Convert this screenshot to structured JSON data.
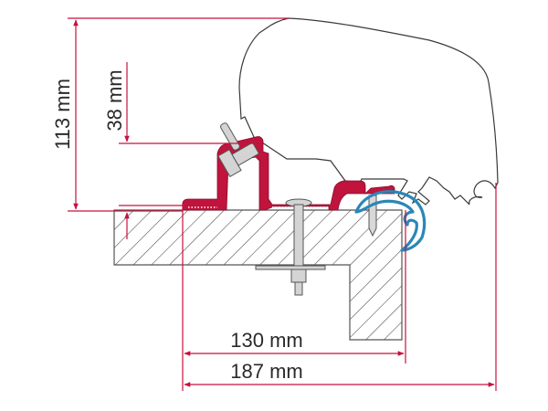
{
  "diagram": {
    "type": "technical-drawing",
    "subject": "awning mounting adapter cross-section",
    "colors": {
      "dimension_line": "#c8103e",
      "bracket": "#c0143c",
      "seal": "#2a87b8",
      "outline": "#333333",
      "hatch": "#444444",
      "bolt": "#d4d4d4"
    },
    "dimensions": {
      "total_height": {
        "label": "113 mm",
        "value": 113,
        "unit": "mm",
        "orientation": "vertical"
      },
      "bracket_height": {
        "label": "38 mm",
        "value": 38,
        "unit": "mm",
        "orientation": "vertical"
      },
      "inner_width": {
        "label": "130 mm",
        "value": 130,
        "unit": "mm",
        "orientation": "horizontal"
      },
      "total_width": {
        "label": "187 mm",
        "value": 187,
        "unit": "mm",
        "orientation": "horizontal"
      }
    }
  }
}
